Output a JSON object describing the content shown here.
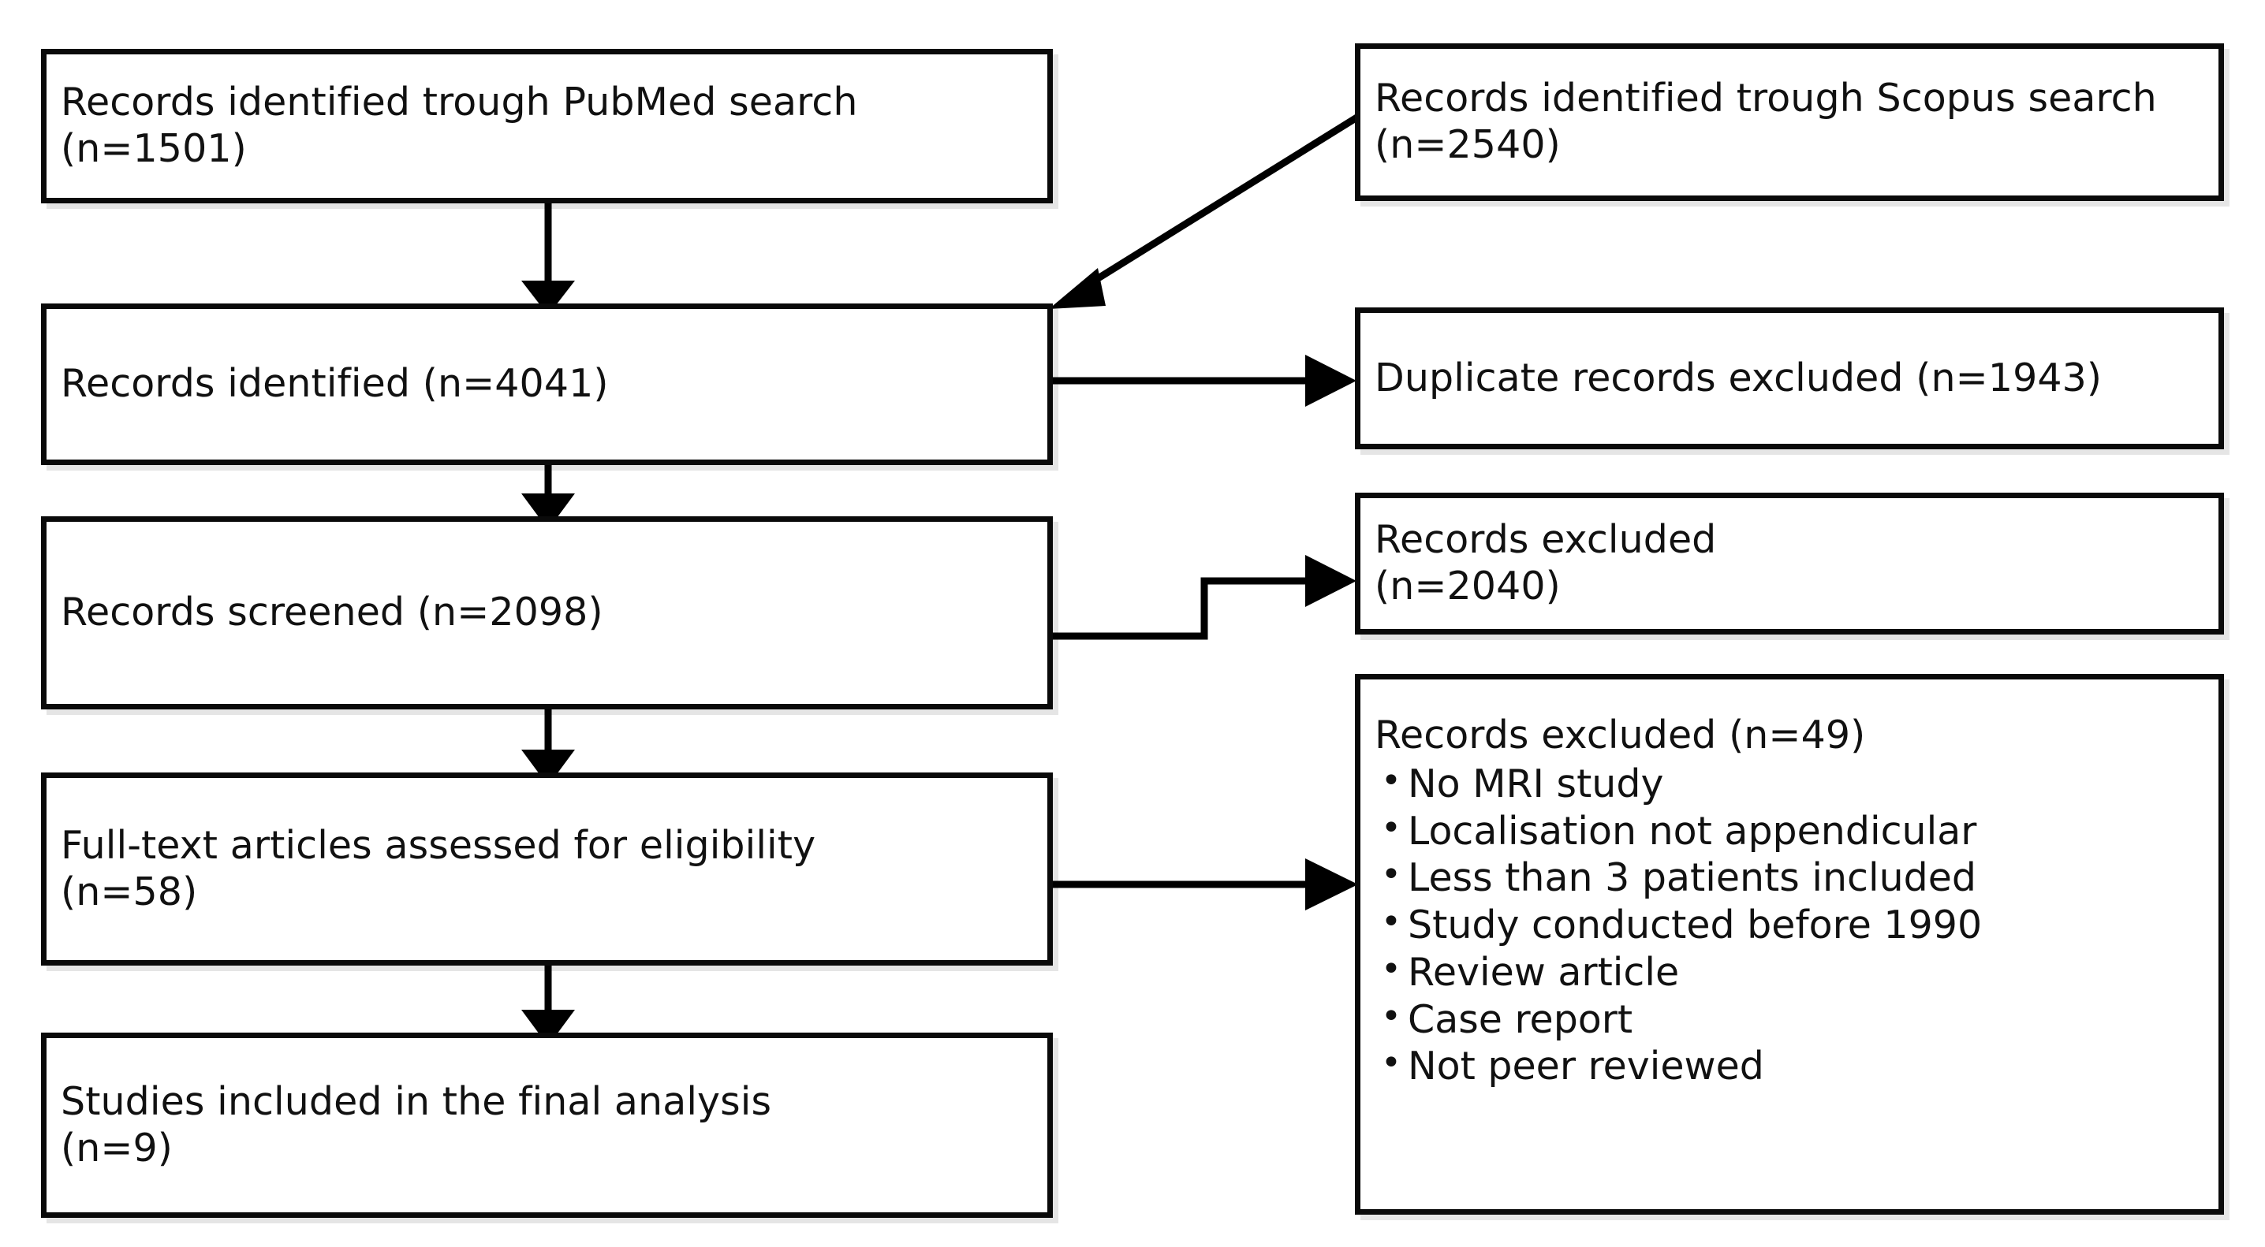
{
  "diagram": {
    "type": "prisma-flow-diagram",
    "colors": {
      "box_border": "#0a0a0a",
      "box_fill": "#ffffff",
      "text": "#111111",
      "arrow": "#000000",
      "background": "#ffffff"
    },
    "boxes": {
      "pubmed": {
        "label": "Records identified trough PubMed search\n(n=1501)",
        "n": 1501
      },
      "scopus": {
        "label": "Records identified trough Scopus search (n=2540)",
        "n": 2540
      },
      "identified": {
        "label": "Records identified (n=4041)",
        "n": 4041
      },
      "duplicates": {
        "label": "Duplicate records excluded (n=1943)",
        "n": 1943
      },
      "screened": {
        "label": "Records screened (n=2098)",
        "n": 2098
      },
      "records_excluded": {
        "label": "Records excluded\n(n=2040)",
        "n": 2040
      },
      "fulltext": {
        "label": "Full-text articles assessed for eligibility\n(n=58)",
        "n": 58
      },
      "fulltext_excluded": {
        "title": "Records excluded (n=49)",
        "n": 49,
        "reasons": [
          "No MRI study",
          "Localisation not appendicular",
          "Less than 3 patients included",
          "Study conducted before 1990",
          "Review article",
          "Case report",
          "Not peer reviewed"
        ]
      },
      "included": {
        "label": "Studies included in the final analysis\n(n=9)",
        "n": 9
      }
    }
  }
}
